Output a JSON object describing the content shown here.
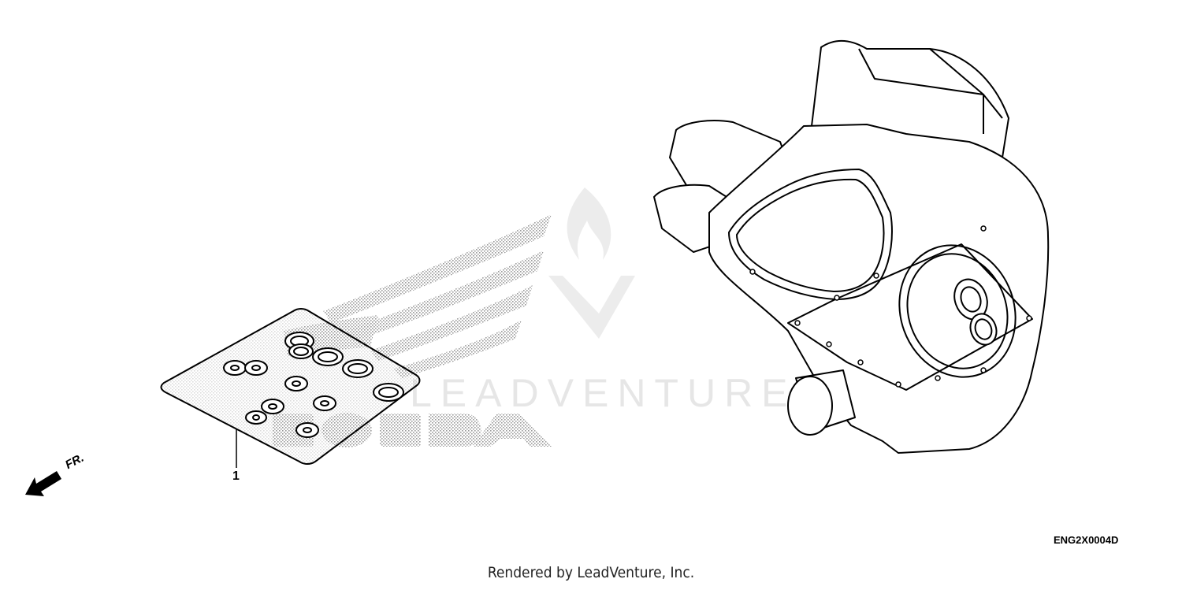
{
  "diagram": {
    "callouts": [
      {
        "label": "1"
      }
    ],
    "front_indicator": {
      "label": "FR."
    },
    "diagram_code": "ENG2X0004D",
    "render_credit": "Rendered by LeadVenture, Inc.",
    "watermark_text": "LEADVENTURE",
    "brand_logo_text": "HONDA",
    "colors": {
      "line": "#000000",
      "stipple": "#b5b5b5",
      "watermark": "#e6e6e6",
      "background": "#ffffff"
    },
    "icons": [
      "front-arrow-icon",
      "leadventure-logo-icon",
      "honda-wing-logo-icon"
    ]
  }
}
